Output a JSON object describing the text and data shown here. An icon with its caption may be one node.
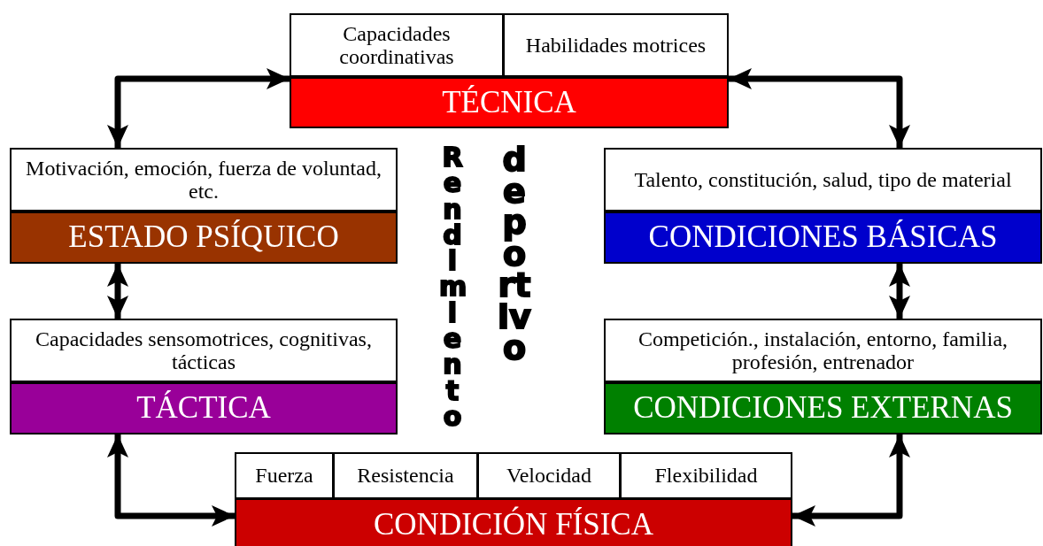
{
  "diagram": {
    "nodes": [
      {
        "text": [
          "Capacidades coordinativas"
        ]
      },
      {
        "text": [
          "Habilidades motrices"
        ]
      },
      {
        "text": [
          "TÉCNICA"
        ]
      },
      {
        "text": [
          "Motivación, emoción, fuerza de voluntad, etc."
        ]
      },
      {
        "text": [
          "ESTADO PSÍQUICO"
        ]
      },
      {
        "text": [
          "Talento, constitución, salud, tipo de material"
        ]
      },
      {
        "text": [
          "CONDICIONES BÁSICAS"
        ]
      },
      {
        "text": [
          "Capacidades sensomotrices, cognitivas, tácticas"
        ]
      },
      {
        "text": [
          "TÁCTICA"
        ]
      },
      {
        "text": [
          "Competición., instalación, entorno, familia, profesión, entrenador"
        ]
      },
      {
        "text": [
          "CONDICIONES EXTERNAS"
        ]
      },
      {
        "text": [
          "Fuerza"
        ]
      },
      {
        "text": [
          "Resistencia"
        ]
      },
      {
        "text": [
          "Velocidad"
        ]
      },
      {
        "text": [
          "Flexibilidad"
        ]
      },
      {
        "text": [
          "CONDICIÓN FÍSICA"
        ]
      }
    ],
    "edges": [
      {
        "from": 3,
        "to": 2,
        "arrow": "both"
      },
      {
        "from": 2,
        "to": 5,
        "arrow": "both"
      },
      {
        "from": 4,
        "to": 7,
        "arrow": "both"
      },
      {
        "from": 6,
        "to": 9,
        "arrow": "both"
      },
      {
        "from": 8,
        "to": 15,
        "arrow": "both"
      },
      {
        "from": 10,
        "to": 15,
        "arrow": "both"
      }
    ],
    "labels": [
      "Rendimiento",
      "deportivo"
    ]
  }
}
